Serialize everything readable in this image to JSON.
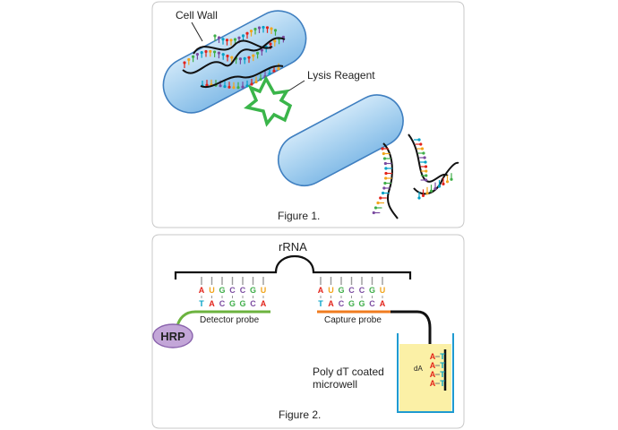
{
  "figure1": {
    "caption": "Figure 1.",
    "cell_wall_label": "Cell Wall",
    "lysis_label": "Lysis Reagent"
  },
  "figure2": {
    "caption": "Figure 2.",
    "rrna_label": "rRNA",
    "hrp_label": "HRP",
    "detector_label": "Detector probe",
    "capture_label": "Capture probe",
    "well_label_line1": "Poly dT coated",
    "well_label_line2": "microwell",
    "da_label": "dA",
    "top_sequence": [
      "A",
      "U",
      "G",
      "C",
      "C",
      "G",
      "U"
    ],
    "bottom_sequence": [
      "T",
      "A",
      "C",
      "G",
      "G",
      "C",
      "A"
    ],
    "well_letters_left": [
      "A",
      "A",
      "A",
      "A"
    ],
    "well_letters_right": [
      "T",
      "T",
      "T",
      "T"
    ]
  },
  "colors": {
    "A": "#e2231a",
    "U": "#f2a51b",
    "T": "#00a0c6",
    "G": "#3fae49",
    "C": "#7a4aa0",
    "cell_fill": "#a9d2f0",
    "cell_stroke": "#3f7fc0",
    "lysis": "#3ab54a",
    "detector_line": "#6cb33f",
    "capture_line": "#f07c20",
    "hrp_fill": "#c3a6d8",
    "well_liquid": "#fbf0a6",
    "well_stroke": "#1f9bd1"
  }
}
